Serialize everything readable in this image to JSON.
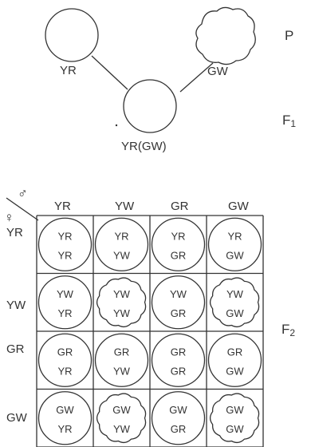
{
  "generations": {
    "p": "P",
    "f1": "F",
    "f1_sub": "1",
    "f2": "F",
    "f2_sub": "2"
  },
  "parents": {
    "left": "YR",
    "right": "GW"
  },
  "hybrid": "YR(GW)",
  "square": {
    "male_symbol": "♂",
    "female_symbol": "♀",
    "columns": [
      "YR",
      "YW",
      "GR",
      "GW"
    ],
    "rows": [
      "YR",
      "YW",
      "GR",
      "GW"
    ],
    "cells": [
      [
        {
          "top": "YR",
          "bottom": "YR",
          "wrinkled": false
        },
        {
          "top": "YR",
          "bottom": "YW",
          "wrinkled": false
        },
        {
          "top": "YR",
          "bottom": "GR",
          "wrinkled": false
        },
        {
          "top": "YR",
          "bottom": "GW",
          "wrinkled": false
        }
      ],
      [
        {
          "top": "YW",
          "bottom": "YR",
          "wrinkled": false
        },
        {
          "top": "YW",
          "bottom": "YW",
          "wrinkled": true
        },
        {
          "top": "YW",
          "bottom": "GR",
          "wrinkled": false
        },
        {
          "top": "YW",
          "bottom": "GW",
          "wrinkled": true
        }
      ],
      [
        {
          "top": "GR",
          "bottom": "YR",
          "wrinkled": false
        },
        {
          "top": "GR",
          "bottom": "YW",
          "wrinkled": false
        },
        {
          "top": "GR",
          "bottom": "GR",
          "wrinkled": false
        },
        {
          "top": "GR",
          "bottom": "GW",
          "wrinkled": false
        }
      ],
      [
        {
          "top": "GW",
          "bottom": "YR",
          "wrinkled": false
        },
        {
          "top": "GW",
          "bottom": "YW",
          "wrinkled": true
        },
        {
          "top": "GW",
          "bottom": "GR",
          "wrinkled": false
        },
        {
          "top": "GW",
          "bottom": "GW",
          "wrinkled": true
        }
      ]
    ]
  }
}
